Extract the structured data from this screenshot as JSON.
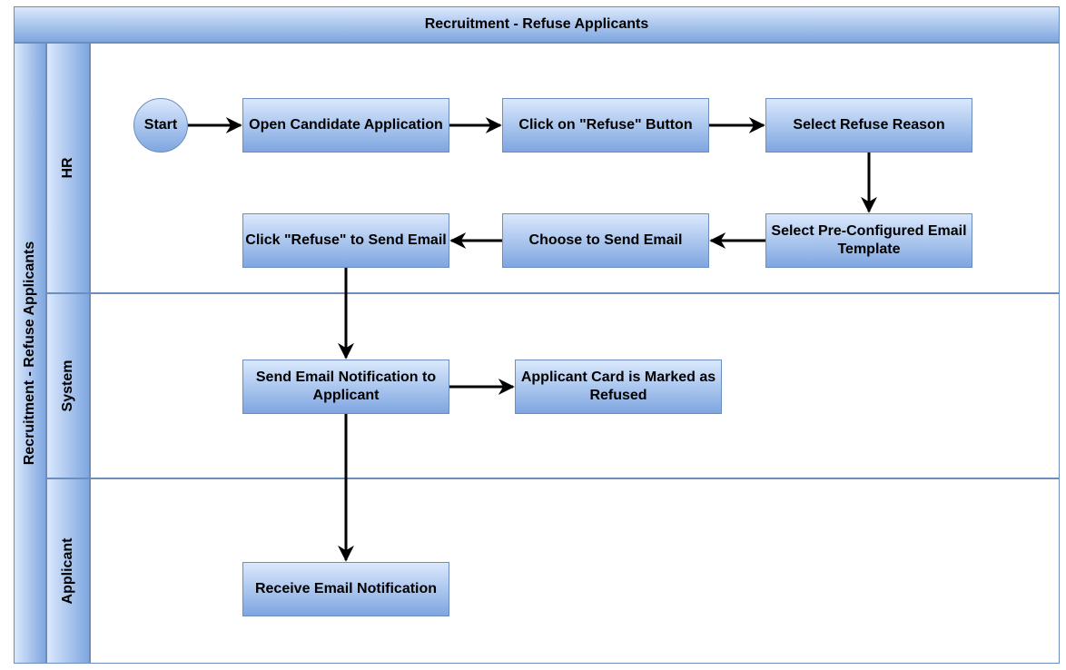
{
  "diagram": {
    "title": "Recruitment - Refuse Applicants",
    "pool_label": "Recruitment - Refuse Applicants",
    "lanes": [
      {
        "label": "HR"
      },
      {
        "label": "System"
      },
      {
        "label": "Applicant"
      }
    ],
    "nodes": {
      "start": "Start",
      "open_application": "Open Candidate Application",
      "click_refuse_button": "Click on \"Refuse\" Button",
      "select_refuse_reason": "Select Refuse Reason",
      "select_email_template": "Select Pre-Configured Email Template",
      "choose_send_email": "Choose to Send Email",
      "click_refuse_send": "Click \"Refuse\" to Send Email",
      "send_email_notification": "Send Email Notification to Applicant",
      "card_marked_refused": "Applicant Card is Marked as Refused",
      "receive_email_notification": "Receive Email Notification"
    },
    "edges": [
      [
        "start",
        "open_application"
      ],
      [
        "open_application",
        "click_refuse_button"
      ],
      [
        "click_refuse_button",
        "select_refuse_reason"
      ],
      [
        "select_refuse_reason",
        "select_email_template"
      ],
      [
        "select_email_template",
        "choose_send_email"
      ],
      [
        "choose_send_email",
        "click_refuse_send"
      ],
      [
        "click_refuse_send",
        "send_email_notification"
      ],
      [
        "send_email_notification",
        "card_marked_refused"
      ],
      [
        "send_email_notification",
        "receive_email_notification"
      ]
    ]
  }
}
